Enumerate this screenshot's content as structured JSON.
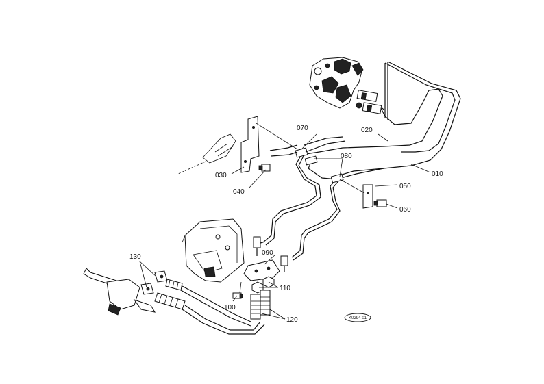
{
  "labels": {
    "p010": "010",
    "p020": "020",
    "p030": "030",
    "p040": "040",
    "p050": "050",
    "p060": "060",
    "p070": "070",
    "p080": "080",
    "p090": "090",
    "p100": "100",
    "p110": "110",
    "p120": "120",
    "p130": "130"
  },
  "stamp": "K0294-01",
  "colors": {
    "ink": "#111111",
    "paper": "#ffffff"
  }
}
